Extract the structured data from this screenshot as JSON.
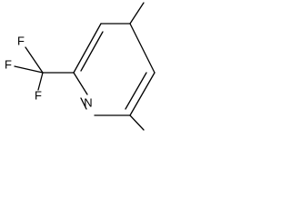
{
  "molecule": {
    "atoms": {
      "ring_nitrogen": "N",
      "fluorine_1": "F",
      "fluorine_2": "F",
      "fluorine_3": "F"
    }
  }
}
